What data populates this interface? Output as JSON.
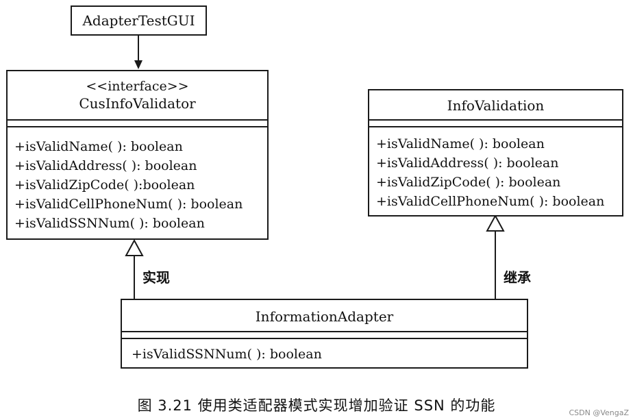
{
  "classes": {
    "adapter_test_gui": {
      "name": "AdapterTestGUI"
    },
    "cus_info_validator": {
      "stereotype": "<<interface>>",
      "name": "CusInfoValidator",
      "methods": [
        "+isValidName( ): boolean",
        "+isValidAddress( ): boolean",
        "+isValidZipCode( ):boolean",
        "+isValidCellPhoneNum( ): boolean",
        "+isValidSSNNum( ): boolean"
      ]
    },
    "info_validation": {
      "name": "InfoValidation",
      "methods": [
        "+isValidName( ): boolean",
        "+isValidAddress( ): boolean",
        "+isValidZipCode( ): boolean",
        "+isValidCellPhoneNum( ): boolean"
      ]
    },
    "information_adapter": {
      "name": "InformationAdapter",
      "methods": [
        "+isValidSSNNum( ): boolean"
      ]
    }
  },
  "relations": {
    "implements_label": "实现",
    "inherits_label": "继承"
  },
  "caption": "图 3.21   使用类适配器模式实现增加验证 SSN 的功能",
  "watermark": "CSDN @VengaZ"
}
